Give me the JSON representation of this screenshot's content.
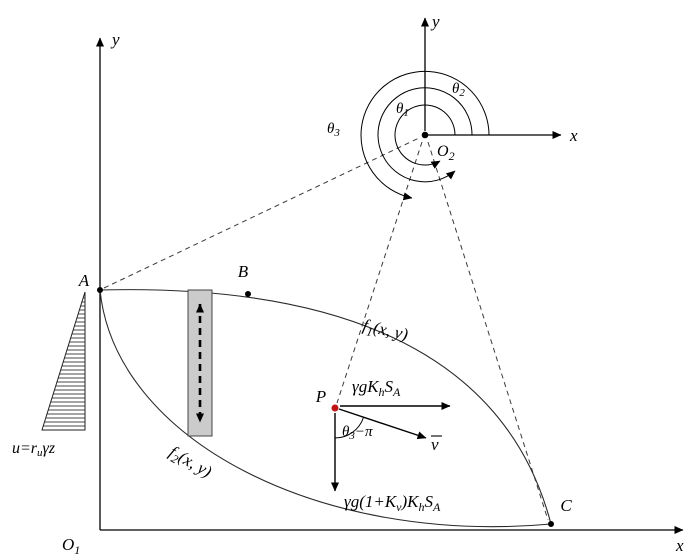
{
  "colors": {
    "point_p": "#c01414",
    "slice_fill": "#cbcbcb"
  },
  "main_axes": {
    "y_label": "y",
    "x_label": "x",
    "origin": {
      "base": "O",
      "sub": "1"
    }
  },
  "spiral_axes": {
    "y_label": "y",
    "x_label": "x",
    "origin": {
      "base": "O",
      "sub": "2"
    }
  },
  "angles": {
    "t1": {
      "base": "θ",
      "sub": "1"
    },
    "t2": {
      "base": "θ",
      "sub": "2"
    },
    "t3": {
      "base": "θ",
      "sub": "3"
    }
  },
  "points": {
    "a": "A",
    "b": "B",
    "c": "C",
    "p": "P"
  },
  "curves": {
    "f1": {
      "base": "f",
      "sub": "1",
      "rest": "(x, y)"
    },
    "f2": {
      "base": "f",
      "sub": "2",
      "rest": "(x, y)"
    }
  },
  "loads": {
    "horizontal": {
      "p1": "γgK",
      "s1": "h",
      "p2": "S",
      "s2": "A"
    },
    "vertical": {
      "p1": "γg(1+K",
      "s1": "v",
      "p2": ")K",
      "s2": "h",
      "p3": "S",
      "s3": "A"
    }
  },
  "velocity": {
    "label": "v"
  },
  "rotation": {
    "base": "θ",
    "sub": "3",
    "rest": "−π"
  },
  "pore": {
    "p1": "u=r",
    "s1": "u",
    "p2": "γz"
  }
}
